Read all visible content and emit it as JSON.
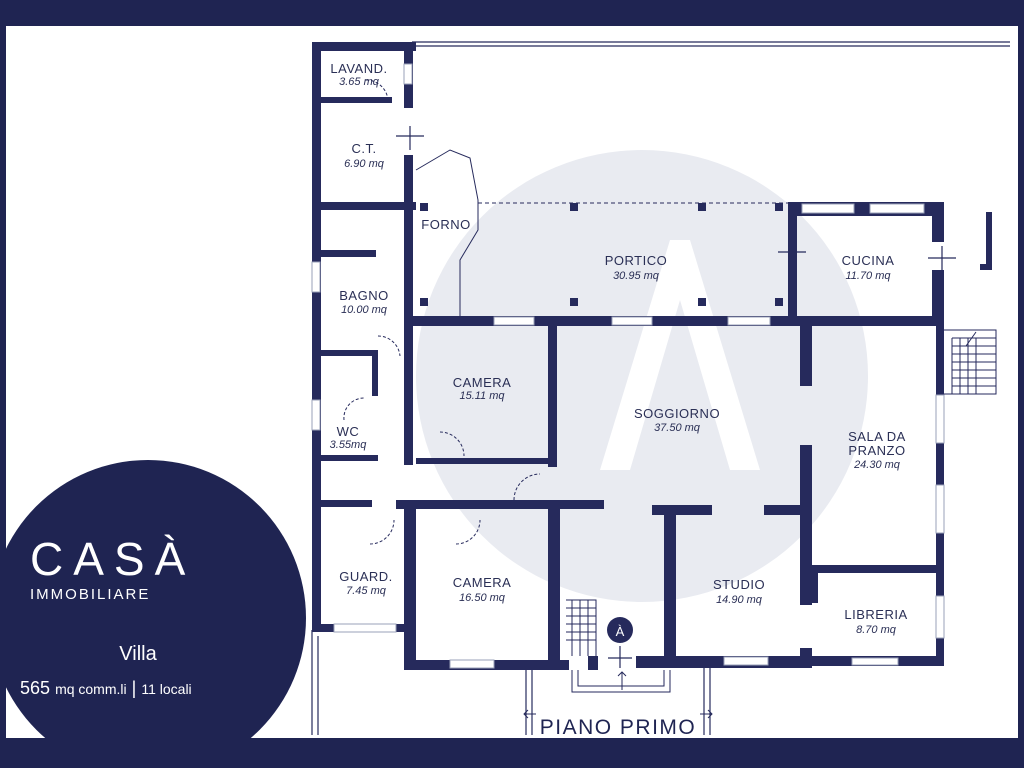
{
  "brand": {
    "logo_text": "CASÀ",
    "tagline": "IMMOBILIARE"
  },
  "listing": {
    "type": "Villa",
    "size_value": "565",
    "size_unit": "mq comm.li",
    "separator": "|",
    "rooms": "11 locali"
  },
  "plan": {
    "title": "PIANO PRIMO",
    "compass_label": "À",
    "rooms": [
      {
        "name": "LAVAND.",
        "area": "3.65 mq"
      },
      {
        "name": "C.T.",
        "area": "6.90 mq"
      },
      {
        "name": "FORNO",
        "area": ""
      },
      {
        "name": "PORTICO",
        "area": "30.95 mq"
      },
      {
        "name": "CUCINA",
        "area": "11.70 mq"
      },
      {
        "name": "BAGNO",
        "area": "10.00 mq"
      },
      {
        "name": "CAMERA",
        "area": "15.11 mq"
      },
      {
        "name": "SOGGIORNO",
        "area": "37.50 mq"
      },
      {
        "name": "SALA DA",
        "name2": "PRANZO",
        "area": "24.30 mq"
      },
      {
        "name": "WC",
        "area": "3.55mq"
      },
      {
        "name": "GUARD.",
        "area": "7.45 mq"
      },
      {
        "name": "CAMERA",
        "area": "16.50 mq"
      },
      {
        "name": "STUDIO",
        "area": "14.90 mq"
      },
      {
        "name": "LIBRERIA",
        "area": "8.70 mq"
      }
    ]
  },
  "colors": {
    "navy": "#1f2452",
    "wall": "#262a5c",
    "watermark": "#e9ebf1",
    "window": "#9aa0b8"
  }
}
